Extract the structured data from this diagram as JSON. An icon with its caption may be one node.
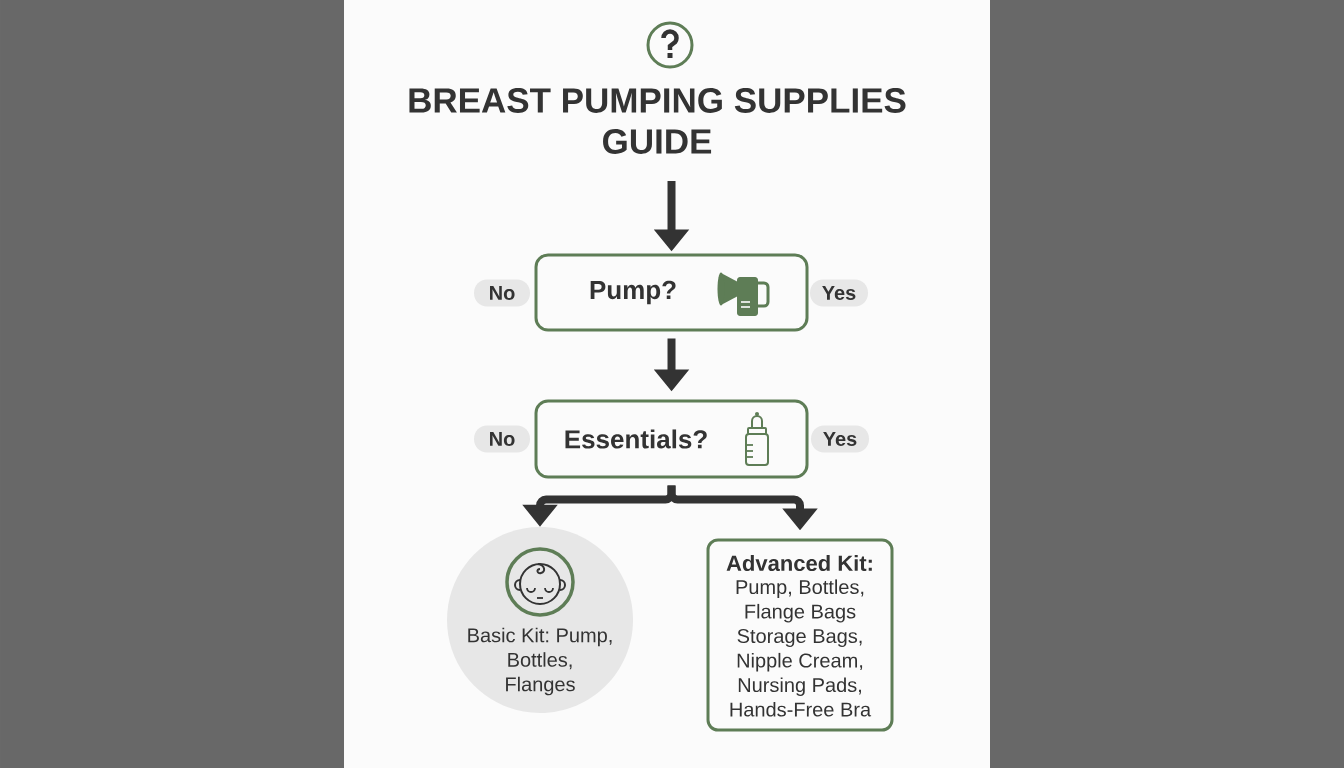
{
  "diagram": {
    "title": "BREAST PUMPING SUPPLIES GUIDE",
    "nodes": [
      {
        "text": [
          "No"
        ]
      },
      {
        "text": [
          "Pump?"
        ]
      },
      {
        "text": [
          "Yes"
        ]
      },
      {
        "text": [
          "No"
        ]
      },
      {
        "text": [
          "Essentials?"
        ]
      },
      {
        "text": [
          "Yes"
        ]
      },
      {
        "text": [
          "Basic Kit: Pump, Bottles, Flanges"
        ]
      },
      {
        "text": [
          "Advanced Kit:",
          "Pump, Bottles, Flange Bags Storage Bags, Nipple Cream, Nursing Pads, Hands-Free Bra"
        ]
      }
    ],
    "edges": [
      {
        "from": null,
        "to": 1,
        "arrow": "to"
      },
      {
        "from": 1,
        "to": 4,
        "arrow": "to"
      },
      {
        "from": 4,
        "to": 6,
        "arrow": "to"
      },
      {
        "from": 4,
        "to": 7,
        "arrow": "to"
      }
    ]
  }
}
